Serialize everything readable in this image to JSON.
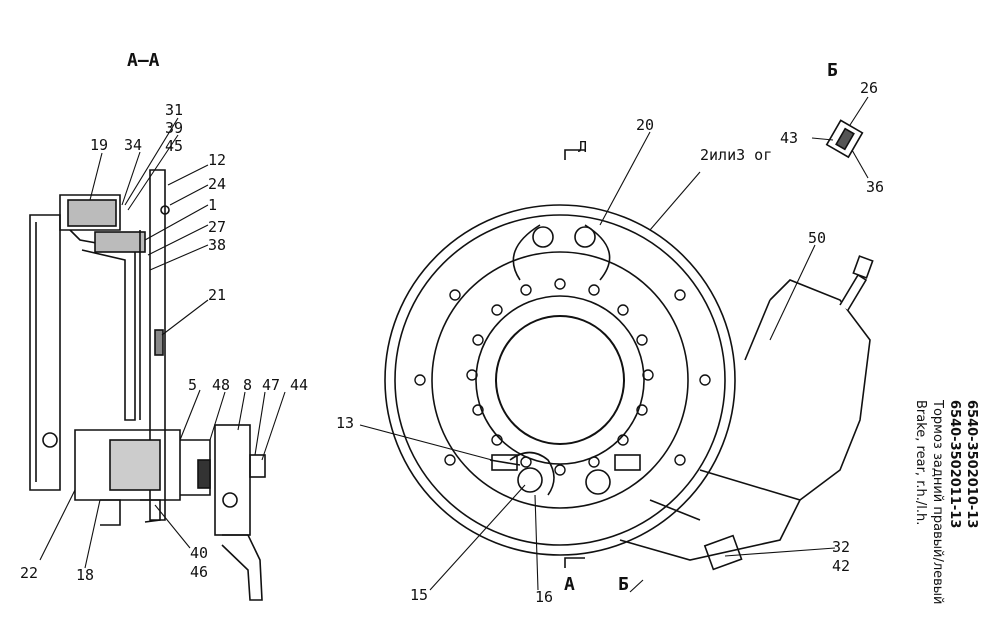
{
  "section_labels": {
    "aa": "А–А",
    "b": "Б",
    "cut_a": "А",
    "cut_b": "Б",
    "cut_top": "Л"
  },
  "title": {
    "code1": "6540-3502010-13",
    "code2": "6540-3502011-13",
    "name_ru": "Тормоз задний правый/левый",
    "name_en": "Brake, rear, r.h./l.h."
  },
  "side_note": "2или3 ог",
  "callouts": [
    {
      "id": "c31",
      "text": "31"
    },
    {
      "id": "c39",
      "text": "39"
    },
    {
      "id": "c45",
      "text": "45"
    },
    {
      "id": "c19",
      "text": "19"
    },
    {
      "id": "c34",
      "text": "34"
    },
    {
      "id": "c12",
      "text": "12"
    },
    {
      "id": "c24",
      "text": "24"
    },
    {
      "id": "c1",
      "text": "1"
    },
    {
      "id": "c27",
      "text": "27"
    },
    {
      "id": "c38",
      "text": "38"
    },
    {
      "id": "c21",
      "text": "21"
    },
    {
      "id": "c5",
      "text": "5"
    },
    {
      "id": "c48",
      "text": "48"
    },
    {
      "id": "c8",
      "text": "8"
    },
    {
      "id": "c47",
      "text": "47"
    },
    {
      "id": "c44",
      "text": "44"
    },
    {
      "id": "c22",
      "text": "22"
    },
    {
      "id": "c18",
      "text": "18"
    },
    {
      "id": "c40",
      "text": "40"
    },
    {
      "id": "c46",
      "text": "46"
    },
    {
      "id": "c20",
      "text": "20"
    },
    {
      "id": "c50",
      "text": "50"
    },
    {
      "id": "c13",
      "text": "13"
    },
    {
      "id": "c15",
      "text": "15"
    },
    {
      "id": "c16",
      "text": "16"
    },
    {
      "id": "c32",
      "text": "32"
    },
    {
      "id": "c42",
      "text": "42"
    },
    {
      "id": "c26",
      "text": "26"
    },
    {
      "id": "c43",
      "text": "43"
    },
    {
      "id": "c36",
      "text": "36"
    }
  ]
}
